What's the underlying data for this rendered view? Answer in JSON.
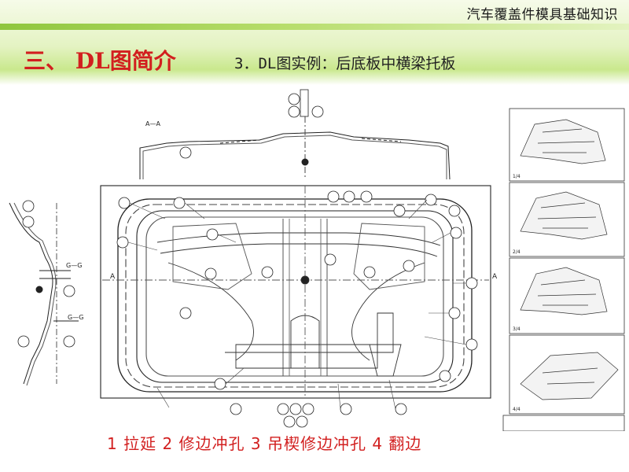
{
  "header": {
    "deck_title": "汽车覆盖件模具基础知识",
    "section_title": "三、 DL图简介",
    "subtitle": "3．DL图实例：后底板中横梁托板"
  },
  "caption": "1 拉延 2 修边冲孔 3 吊楔修边冲孔 4 翻边",
  "drawing": {
    "section_label": "A—A",
    "side_labels": [
      "G—G",
      "G—G"
    ],
    "side_markers": [
      "A",
      "A"
    ],
    "thumb_labels": [
      "1/4",
      "2/4",
      "3/4",
      "4/4"
    ]
  }
}
